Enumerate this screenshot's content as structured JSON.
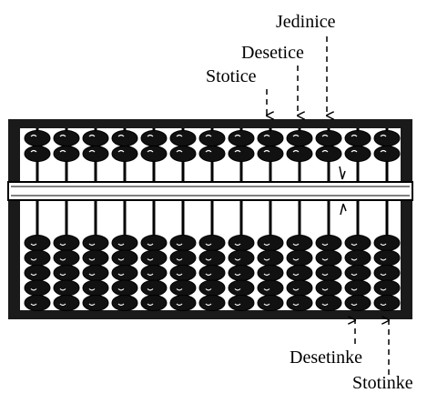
{
  "labels": {
    "jedinice": "Jedinice",
    "desetice": "Desetice",
    "stotice": "Stotice",
    "desetinke": "Desetinke",
    "stotinke": "Stotinke"
  },
  "abacus": {
    "rods": 13,
    "upper_beads_per_rod": 2,
    "lower_beads_per_rod": 5
  },
  "colors": {
    "ink": "#000000",
    "paper": "#ffffff"
  }
}
